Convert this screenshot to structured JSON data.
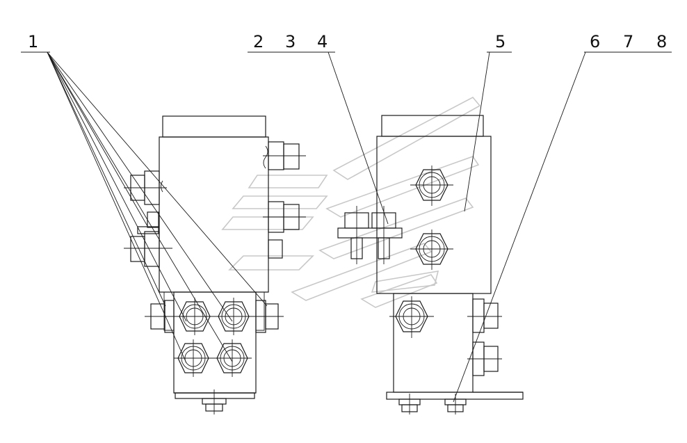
{
  "callouts": {
    "c1": "1",
    "c2": "2",
    "c3": "3",
    "c4": "4",
    "c5": "5",
    "c6": "6",
    "c7": "7",
    "c8": "8"
  },
  "colors": {
    "line": "#1a1a1a",
    "watermark": "#c8c8c8",
    "background": "#ffffff"
  }
}
